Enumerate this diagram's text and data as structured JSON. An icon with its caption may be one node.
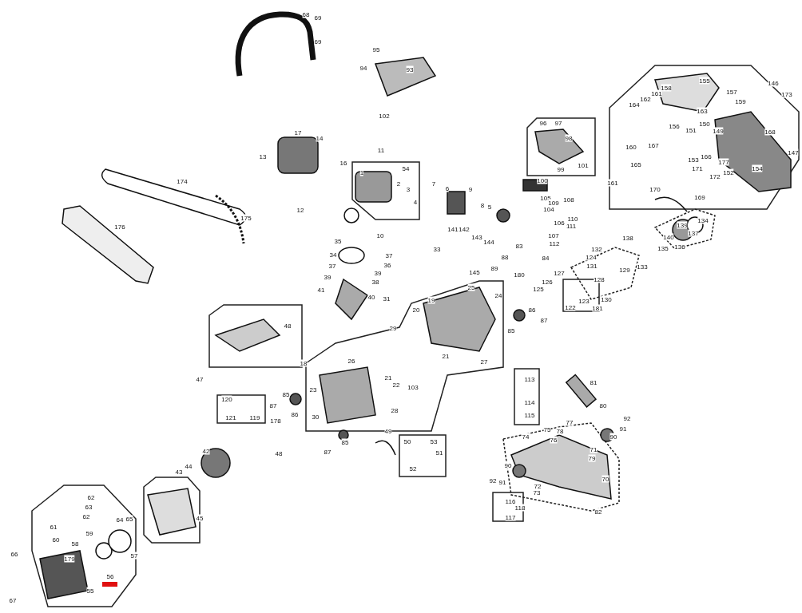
{
  "diagram": {
    "labels": [
      "68",
      "69",
      "69",
      "95",
      "94",
      "93",
      "102",
      "155",
      "157",
      "146",
      "173",
      "164",
      "162",
      "161",
      "158",
      "163",
      "159",
      "156",
      "168",
      "151",
      "150",
      "149",
      "13",
      "17",
      "14",
      "11",
      "16",
      "54",
      "1",
      "2",
      "3",
      "4",
      "7",
      "6",
      "9",
      "8",
      "5",
      "96",
      "97",
      "98",
      "99",
      "101",
      "100",
      "105",
      "104",
      "109",
      "108",
      "110",
      "106",
      "107",
      "111",
      "112",
      "174",
      "176",
      "175",
      "12",
      "10",
      "35",
      "37",
      "34",
      "36",
      "37",
      "39",
      "38",
      "39",
      "41",
      "40",
      "31",
      "33",
      "141",
      "142",
      "143",
      "144",
      "145",
      "83",
      "84",
      "88",
      "89",
      "180",
      "160",
      "167",
      "166",
      "147",
      "153",
      "177",
      "154",
      "171",
      "152",
      "165",
      "172",
      "161",
      "170",
      "169",
      "134",
      "137",
      "139",
      "140",
      "138",
      "136",
      "135",
      "132",
      "124",
      "131",
      "129",
      "133",
      "128",
      "127",
      "126",
      "125",
      "130",
      "122",
      "123",
      "181",
      "48",
      "19",
      "20",
      "25",
      "24",
      "29",
      "21",
      "21",
      "22",
      "26",
      "18",
      "86",
      "87",
      "85",
      "27",
      "47",
      "23",
      "103",
      "28",
      "85",
      "87",
      "86",
      "120",
      "121",
      "119",
      "178",
      "48",
      "30",
      "87",
      "85",
      "49",
      "50",
      "53",
      "52",
      "51",
      "113",
      "114",
      "115",
      "81",
      "80",
      "92",
      "91",
      "90",
      "74",
      "75",
      "78",
      "77",
      "76",
      "71",
      "79",
      "90",
      "91",
      "92",
      "72",
      "73",
      "116",
      "118",
      "117",
      "70",
      "82",
      "44",
      "43",
      "42",
      "45",
      "62",
      "63",
      "62",
      "61",
      "65",
      "64",
      "60",
      "59",
      "58",
      "57",
      "179",
      "66",
      "56",
      "55",
      "67"
    ]
  }
}
